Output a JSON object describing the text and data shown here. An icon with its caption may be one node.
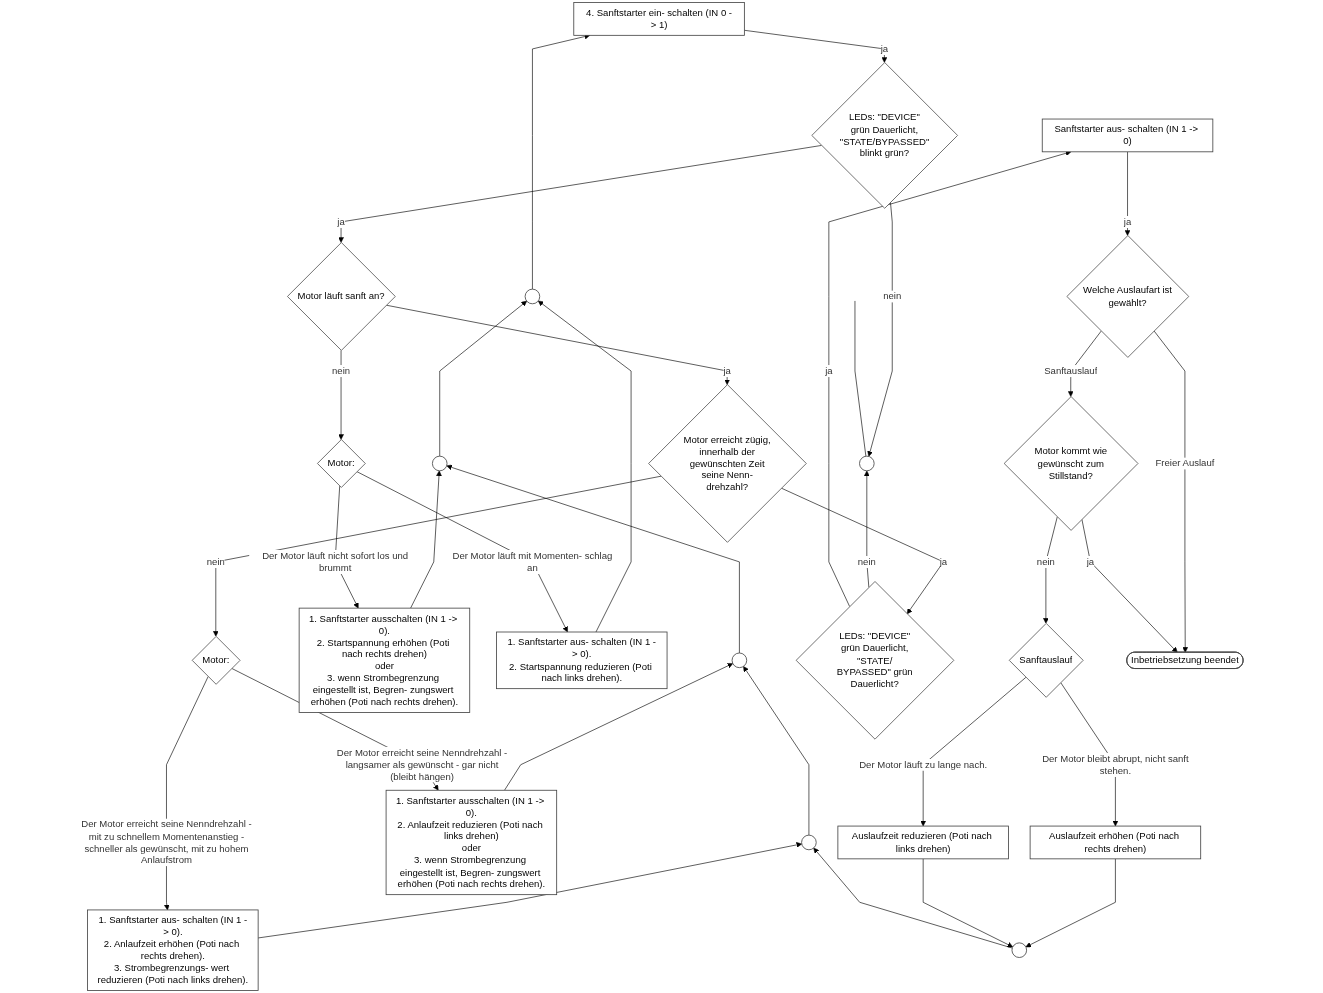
{
  "diagram": {
    "nodes": [
      {
        "text": [],
        "shape": "circle"
      },
      {
        "text": [],
        "shape": "circle"
      },
      {
        "text": [],
        "shape": "circle"
      },
      {
        "text": [],
        "shape": "circle"
      },
      {
        "text": [
          "4. Sanftstarter ein- schalten (IN 0 -> 1)"
        ]
      },
      {
        "text": [
          "1. Sanftstarter aus- schalten (IN 1 -> 0).",
          "2. Anlaufzeit erhöhen (Poti nach rechts drehen).",
          "3. Strombegrenzungs- wert reduzieren (Poti nach links drehen)."
        ]
      },
      {
        "text": [
          "1. Sanftstarter ausschalten (IN 1 -> 0).",
          "2. Anlaufzeit reduzieren (Poti nach links drehen)",
          "oder",
          "3. wenn Strombegrenzung eingestellt ist, Begren- zungswert erhöhen (Poti nach rechts drehen)."
        ]
      },
      {
        "text": [
          "1. Sanftstarter ausschalten (IN 1 -> 0).",
          "2. Startspannung erhöhen (Poti nach rechts drehen)",
          "oder",
          "3. wenn Strombegrenzung eingestellt ist, Begren- zungswert erhöhen (Poti nach rechts drehen)."
        ]
      },
      {
        "text": [
          "1. Sanftstarter aus- schalten (IN 1 -> 0).",
          "2. Startspannung reduzieren (Poti nach links drehen)."
        ]
      },
      {
        "text": [
          "LEDs: \"DEVICE\" grün Dauerlicht, \"STATE/BYPASSED\" blinkt grün?"
        ]
      },
      {
        "text": [],
        "shape": "circle"
      },
      {
        "text": [
          "Motor läuft sanft an?"
        ]
      },
      {
        "text": [
          "Motor:"
        ]
      },
      {
        "text": [
          "Motor:"
        ]
      },
      {
        "text": [
          "Motor erreicht zügig, innerhalb der gewünschten Zeit seine Nenn- drehzahl?"
        ]
      },
      {
        "text": [],
        "shape": "circle"
      },
      {
        "text": [
          "Auslaufzeit erhöhen (Poti nach rechts drehen)"
        ]
      },
      {
        "text": [
          "Auslaufzeit reduzieren (Poti nach links drehen)"
        ]
      },
      {
        "text": [
          "LEDs: \"DEVICE\" grün Dauerlicht, \"STATE/ BYPASSED\" grün Dauerlicht?"
        ]
      },
      {
        "text": [
          "Sanftauslauf"
        ]
      },
      {
        "text": [
          "Sanftstarter aus- schalten (IN 1 -> 0)"
        ]
      },
      {
        "text": [
          "Welche Auslaufart ist gewählt?"
        ]
      },
      {
        "text": [
          "Motor kommt wie gewünscht zum Stillstand?"
        ]
      },
      {
        "text": [
          "Inbetriebsetzung beendet"
        ]
      }
    ],
    "edges": [
      {
        "from": 0,
        "to": 1,
        "arrow": "to"
      },
      {
        "from": 1,
        "to": 2,
        "arrow": "to"
      },
      {
        "from": 2,
        "to": 3,
        "arrow": "to"
      },
      {
        "from": 3,
        "to": 4,
        "arrow": "to"
      },
      {
        "from": 5,
        "to": 0,
        "arrow": "to"
      },
      {
        "from": 6,
        "to": 1,
        "arrow": "to"
      },
      {
        "from": 7,
        "to": 2,
        "arrow": "to"
      },
      {
        "from": 8,
        "to": 3,
        "arrow": "to"
      },
      {
        "from": 4,
        "to": 9,
        "arrow": "to",
        "label": "ja"
      },
      {
        "from": 9,
        "to": 10,
        "arrow": "to",
        "label": "nein"
      },
      {
        "from": 10,
        "to": null,
        "arrow": "none"
      },
      {
        "from": 9,
        "to": 11,
        "arrow": "to",
        "label": "ja"
      },
      {
        "from": 12,
        "to": 5,
        "arrow": "to",
        "label": "Der Motor erreicht seine Nenndrehzahl - mit zu schnellem Momentenanstieg - schneller als gewünscht, mit zu hohem Anlaufstrom"
      },
      {
        "from": 12,
        "to": 6,
        "arrow": "to",
        "label": "Der Motor erreicht seine Nenndrehzahl - langsamer als gewünscht - gar nicht (bleibt hängen)"
      },
      {
        "from": 13,
        "to": 7,
        "arrow": "to",
        "label": "Der Motor läuft nicht sofort los und brummt"
      },
      {
        "from": 13,
        "to": 8,
        "arrow": "to",
        "label": "Der Motor läuft mit Momenten- schlag an"
      },
      {
        "from": 11,
        "to": 13,
        "arrow": "to",
        "label": "nein"
      },
      {
        "from": 11,
        "to": 14,
        "arrow": "to",
        "label": "ja"
      },
      {
        "from": 14,
        "to": 12,
        "arrow": "to",
        "label": "nein"
      },
      {
        "from": 14,
        "to": 18,
        "arrow": "to",
        "label": "ja"
      },
      {
        "from": 18,
        "to": 10,
        "arrow": "to",
        "label": "nein"
      },
      {
        "from": 18,
        "to": 20,
        "arrow": "to",
        "label": "ja"
      },
      {
        "from": 20,
        "to": 21,
        "arrow": "to",
        "label": "ja"
      },
      {
        "from": 21,
        "to": 23,
        "arrow": "to",
        "label": "Freier Auslauf"
      },
      {
        "from": 21,
        "to": 22,
        "arrow": "to",
        "label": "Sanftauslauf"
      },
      {
        "from": 22,
        "to": 23,
        "arrow": "to",
        "label": "ja"
      },
      {
        "from": 22,
        "to": 19,
        "arrow": "to",
        "label": "nein"
      },
      {
        "from": 19,
        "to": 16,
        "arrow": "to",
        "label": "Der Motor bleibt abrupt, nicht sanft stehen."
      },
      {
        "from": 19,
        "to": 17,
        "arrow": "to",
        "label": "Der Motor läuft zu lange nach."
      },
      {
        "from": 16,
        "to": 15,
        "arrow": "to"
      },
      {
        "from": 17,
        "to": 15,
        "arrow": "to"
      },
      {
        "from": 15,
        "to": 0,
        "arrow": "to"
      }
    ]
  }
}
